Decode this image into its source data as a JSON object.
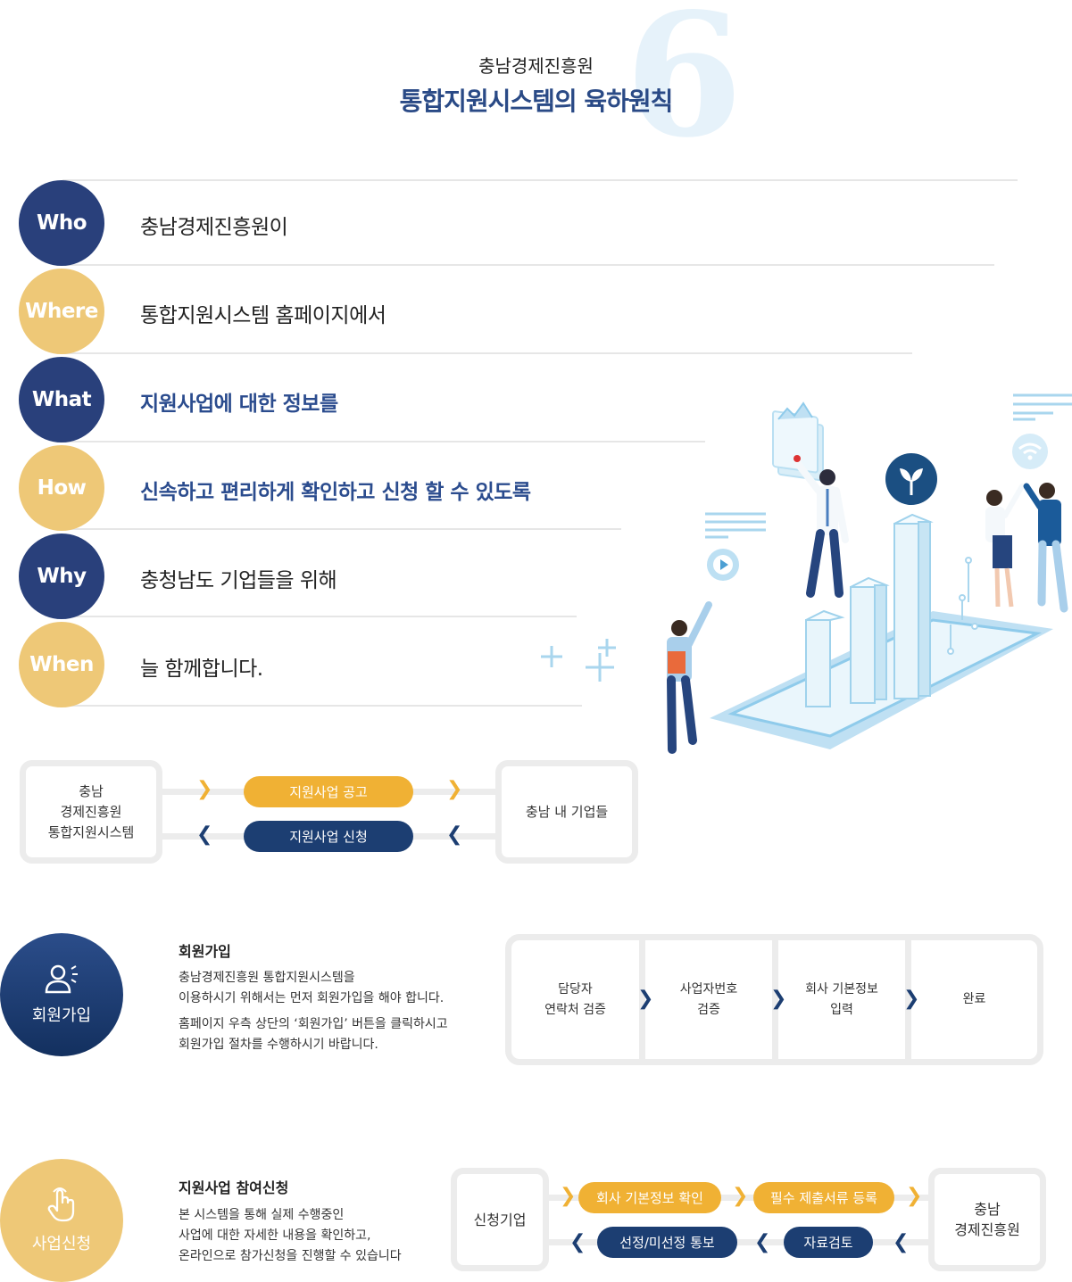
{
  "header": {
    "deco_char": "6",
    "subtitle": "충남경제진흥원",
    "title": "통합지원시스템의 육하원칙"
  },
  "principles": [
    {
      "key": "Who",
      "text": "충남경제진흥원이",
      "color": "#29407b",
      "highlight": false
    },
    {
      "key": "Where",
      "text": "통합지원시스템 홈페이지에서",
      "color": "#eec877",
      "highlight": false
    },
    {
      "key": "What",
      "text": "지원사업에 대한 정보를",
      "color": "#29407b",
      "highlight": true
    },
    {
      "key": "How",
      "text": "신속하고 편리하게 확인하고 신청 할 수 있도록",
      "color": "#eec877",
      "highlight": true
    },
    {
      "key": "Why",
      "text": "충청남도 기업들을 위해",
      "color": "#29407b",
      "highlight": false
    },
    {
      "key": "When",
      "text": "늘 함께합니다.",
      "color": "#eec877",
      "highlight": false
    }
  ],
  "flow": {
    "left_box": [
      "충남",
      "경제진흥원",
      "통합지원시스템"
    ],
    "right_box": "충남 내 기업들",
    "forward_label": "지원사업 공고",
    "backward_label": "지원사업 신청"
  },
  "join": {
    "icon": "user-icon",
    "circle_label": "회원가입",
    "title": "회원가입",
    "body": [
      "충남경제진흥원 통합지원시스템을",
      "이용하시기 위해서는 먼저 회원가입을 해야 합니다.",
      "홈페이지 우측 상단의 ‘회원가입’ 버튼을 클릭하시고",
      "회원가입 절차를 수행하시기 바랍니다."
    ],
    "steps": [
      [
        "담당자",
        "연락처 검증"
      ],
      [
        "사업자번호",
        "검증"
      ],
      [
        "회사 기본정보",
        "입력"
      ],
      [
        "완료"
      ]
    ]
  },
  "apply": {
    "icon": "hand-pointer-icon",
    "circle_label": "사업신청",
    "title": "지원사업 참여신청",
    "body": [
      "본 시스템을 통해 실제 수행중인",
      "사업에 대한 자세한 내용을 확인하고,",
      "온라인으로 참가신청을 진행할 수 있습니다"
    ],
    "left_box": "신청기업",
    "right_box": [
      "충남",
      "경제진흥원"
    ],
    "forward_steps": [
      "회사 기본정보 확인",
      "필수 제출서류 등록"
    ],
    "backward_steps": [
      "선정/미선정 통보",
      "자료검토"
    ]
  },
  "colors": {
    "navy": "#29407b",
    "gold": "#eec877",
    "pill_gold": "#f0b134",
    "pill_navy": "#1c3e72",
    "title_blue": "#2a4a86"
  }
}
